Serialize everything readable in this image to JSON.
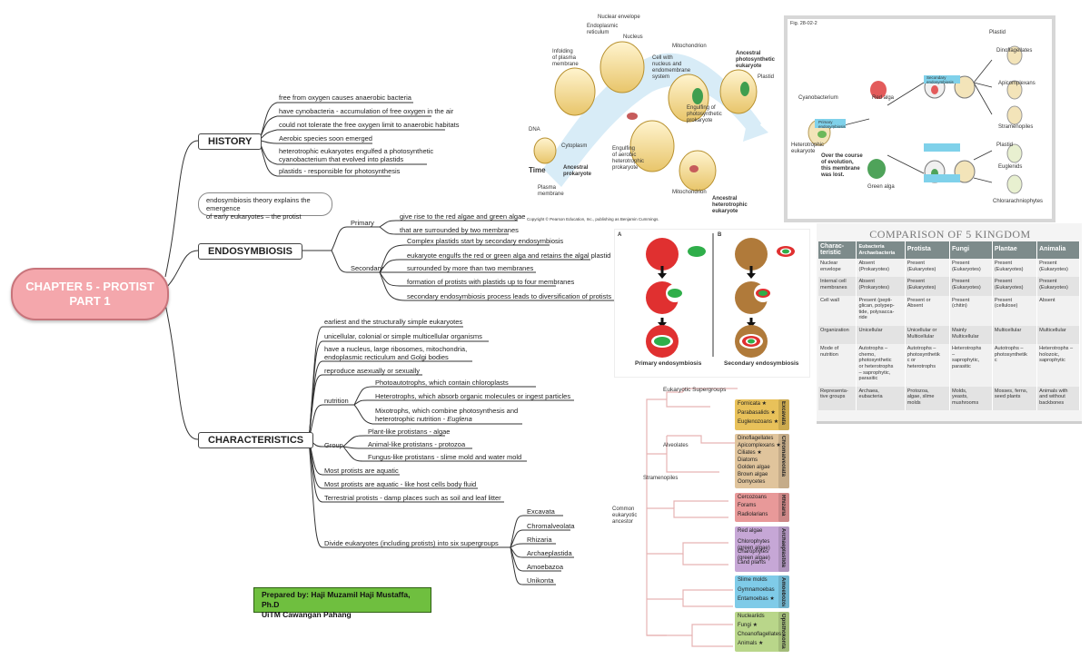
{
  "root": {
    "title": "CHAPTER 5 - PROTIST\nPART 1"
  },
  "branches": {
    "history": "HISTORY",
    "endosymbiosis": "ENDOSYMBIOSIS",
    "characteristics": "CHARACTERISTICS"
  },
  "history": [
    "free from oxygen causes anaerobic bacteria",
    "have cynobacteria - accumulation of free oxygen in the air",
    "could not tolerate the free oxygen limit to anaerobic habitats",
    "Aerobic species soon emerged",
    "heterotrophic eukaryotes engulfed a photosynthetic\ncyanobacterium that evolved into plastids",
    "plastids - responsible for photosynthesis"
  ],
  "endosymbiosis": {
    "note": "endosymbiosis theory explains the emergence\nof early eukaryotes – the protist",
    "primary_label": "Primary",
    "primary": [
      "give rise to the red algae and green algae",
      "that are surrounded  by two membranes"
    ],
    "secondary_label": "Secondary",
    "secondary": [
      "Complex plastids start by secondary endosymbiosis",
      "eukaryote engulfs the red or green alga and retains the algal plastid",
      "surrounded by more than two membranes",
      "formation of protists with plastids up to four membranes",
      "secondary endosymbiosis process leads to diversification of protists"
    ]
  },
  "characteristics": {
    "items_top": [
      "earliest and the structurally simple eukaryotes",
      "unicellular, colonial or simple multicellular organisms",
      "have a nucleus, large ribosomes, mitochondria,\nendoplasmic recticulum and Golgi bodies",
      "reproduce asexually or sexually"
    ],
    "nutrition_label": "nutrition",
    "nutrition": [
      "Photoautotrophs, which contain chloroplasts",
      "Heterotrophs, which absorb organic molecules or ingest particles",
      "Mixotrophs, which combine photosynthesis and\nheterotrophic nutrition - "
    ],
    "nutrition_example": "Euglena",
    "group_label": "Group",
    "group": [
      "Plant-like protistans - algae",
      "Animal-like protistans - protozoa",
      "Fungus-like protistans - slime mold and water mold"
    ],
    "items_bottom": [
      "Most protists are aquatic",
      "Most protists are aquatic - like host cells body fluid",
      "Terrestrial protists - damp places such as soil and leaf litter"
    ],
    "divide_label": "Divide eukaryotes (including protists) into six supergroups",
    "supergroups": [
      "Excavata",
      "Chromalveolata",
      "Rhizaria",
      "Archaeplastida",
      "Amoebazoa",
      "Unikonta"
    ]
  },
  "prepared": "Prepared by: Haji Muzamil Haji Mustaffa, Ph.D\nUiTM Cawangan Pahang",
  "figure1": {
    "labels": {
      "nuclear_envelope": "Nuclear envelope",
      "er": "Endoplasmic\nreticulum",
      "nucleus": "Nucleus",
      "infolding": "Infolding\nof plasma\nmembrane",
      "cell_with_nucleus": "Cell with\nnucleus and\nendomembrane\nsystem",
      "mitochondrion_top": "Mitochondrion",
      "ancestral_photo": "Ancestral\nphotosynthetic\neukaryote",
      "plastid": "Plastid",
      "dna": "DNA",
      "cytoplasm": "Cytoplasm",
      "engulfing_photo": "Engulfing of\nphotosynthetic\nprokaryote",
      "engulfing_aerobic": "Engulfing\nof aerobic\nheterotrophic\nprokaryote",
      "mitochondrion_bottom": "Mitochondrion",
      "ancestral_hetero": "Ancestral\nheterotrophic\neukaryote",
      "ancestral_prok": "Ancestral\nprokaryote",
      "plasma_membrane": "Plasma\nmembrane",
      "time": "Time",
      "copyright": "Copyright © Pearson Education, Inc., publishing as Benjamin Cummings."
    }
  },
  "figure2": {
    "fig": "Fig. 28-02-2",
    "labels": {
      "cyanobacterium": "Cyanobacterium",
      "hetero": "Heterotrophic\neukaryote",
      "primary_endo": "Primary\nendosymbiosis",
      "red_alga": "Red alga",
      "green_alga": "Green alga",
      "secondary_endo": "Secondary\nendosymbiosis",
      "membrane_lost": "Over the course\nof evolution,\nthis membrane\nwas lost.",
      "plastid_top": "Plastid",
      "plastid_mid": "Plastid",
      "dinoflagellates": "Dinoflagellates",
      "apicomplexans": "Apicomplexans",
      "stramenopiles": "Stramenopiles",
      "euglenids": "Euglenids",
      "chlorarachniophytes": "Chlorarachniophytes"
    }
  },
  "figure3": {
    "label_a": "A",
    "label_b": "B",
    "primary": "Primary endosymbiosis",
    "secondary": "Secondary endosymbiosis"
  },
  "comparison": {
    "title": "COMPARISON OF 5 KINGDOM",
    "headers": [
      "Charac-\nteristic",
      "Eubacteria\nArchaebacteria",
      "Protista",
      "Fungi",
      "Plantae",
      "Animalia"
    ],
    "rows": [
      [
        "Nuclear\nenvelope",
        "Absent\n(Prokaryotes)",
        "Present\n(Eukaryotes)",
        "Present\n(Eukaryotes)",
        "Present\n(Eukaryotes)",
        "Present\n(Eukaryotes)"
      ],
      [
        "Internal cell\nmembranes",
        "Absent\n(Prokaryotes)",
        "Present\n(Eukaryotes)",
        "Present\n(Eukaryotes)",
        "Present\n(Eukaryotes)",
        "Present\n(Eukaryotes)"
      ],
      [
        "Cell wall",
        "Present (pepti-\nglican, polypep-\ntide, polysacca-\nride",
        "Present or\nAbsent",
        "Present\n(chitin)",
        "Present\n(cellulose)",
        "Absent"
      ],
      [
        "Organization",
        "Unicellular",
        "Unicellular or\nMulticellular",
        "Mainly\nMulticellular",
        "Multicellular",
        "Multicellular"
      ],
      [
        "Mode of\nnutrition",
        "Autotrophs –\nchemo,\nphotosynthetic\nor heterotrophs\n– saprophytic,\nparasitic",
        "Autotrophs –\nphotosynthetik\nc or\nheterotrophs",
        "Heterotrophs\n–\nsaprophytic,\nparasitic",
        "Autotrophs –\nphotosynthetik\nc",
        "Heterotrophs –\nholozoic,\nsaprophytic"
      ],
      [
        "Representa-\ntive groups",
        "Archaea,\neubacteria",
        "Protozoa,\nalgae, slime\nmolds",
        "Molds,\nyeasts,\nmushrooms",
        "Mosses, ferns,\nseed plants",
        "Animals with\nand without\nbackbones"
      ]
    ]
  },
  "supergroups_fig": {
    "title": "Eukaryotic Supergroups",
    "common": "Common\neukaryotic\nancestor",
    "alveolates": "Alveolates",
    "stramenopiles": "Stramenopiles",
    "groups": [
      {
        "name": "Excavata",
        "color": "#e8c15a",
        "items": [
          "Fornicata ★",
          "Parabasalids ★",
          "Euglenozoans ★"
        ]
      },
      {
        "name": "Chromalveolata",
        "color": "#e0c49c",
        "items": [
          "Dinoflagellates",
          "Apicomplexans ★",
          "Ciliates ★",
          "Diatoms",
          "Golden algae",
          "Brown algae",
          "Oomycetes"
        ]
      },
      {
        "name": "Rhizaria",
        "color": "#e89999",
        "items": [
          "Cercozoans",
          "Forams",
          "Radiolarians"
        ]
      },
      {
        "name": "Archaeplastida",
        "color": "#c6a7d6",
        "items": [
          "Red algae",
          "Chlorophytes\n(green algae)",
          "Charophytes\n(green algae)",
          "Land plants"
        ]
      },
      {
        "name": "Amoebozoa",
        "color": "#7fcbe8",
        "items": [
          "Slime molds",
          "Gymnamoebas",
          "Entamoebas ★"
        ]
      },
      {
        "name": "Opisthokonta",
        "color": "#b9d68a",
        "items": [
          "Nucleariids",
          "Fungi ★",
          "Choanoflagellates",
          "Animals ★"
        ]
      }
    ]
  }
}
